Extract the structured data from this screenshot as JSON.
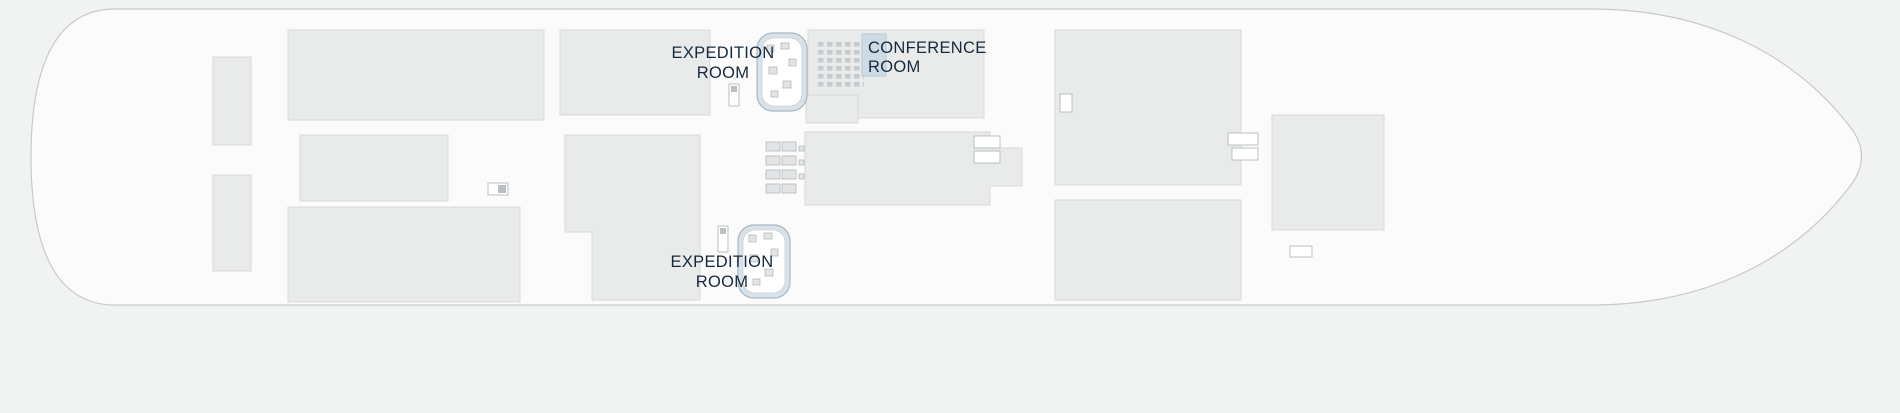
{
  "page": {
    "background": "#f1f2f2"
  },
  "colors": {
    "page_bg": "#f1f2f2",
    "hull_fill": "#fbfbfb",
    "hull_outline": "#c6cacc",
    "room_fill": "#e9eaea",
    "room_outline": "#d8dadb",
    "accent_blue": "#ccdbe5",
    "expedition_fill": "#d9e2e8",
    "expedition_outline": "#a7b8c3",
    "label_color": "#16293c"
  },
  "deck_plan": {
    "type": "ship-deck-plan",
    "labels": {
      "expedition_top": {
        "line1": "EXPEDITION",
        "line2": "ROOM"
      },
      "conference": {
        "line1": "CONFERENCE",
        "line2": "ROOM"
      },
      "expedition_bottom": {
        "line1": "EXPEDITION",
        "line2": "ROOM"
      }
    },
    "rooms_named": [
      "Expedition Room",
      "Conference Room",
      "Expedition Room"
    ]
  }
}
